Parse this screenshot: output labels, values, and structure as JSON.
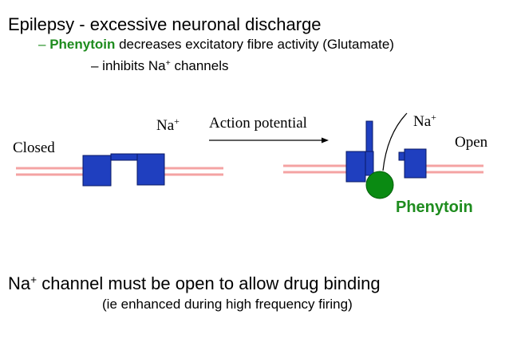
{
  "slide": {
    "title": "Epilepsy - excessive neuronal discharge",
    "bullet1": {
      "dash": "–",
      "drug": "Phenytoin",
      "rest": " decreases excitatory fibre activity (Glutamate)"
    },
    "bullet2": {
      "prefix": "– inhibits Na",
      "superscript": "+",
      "suffix": " channels"
    },
    "footer1": {
      "prefix": "Na",
      "superscript": "+",
      "suffix": " channel must be open to allow drug binding"
    },
    "footer2": "(ie enhanced during high frequency firing)"
  },
  "diagram": {
    "closed_label": "Closed",
    "open_label": "Open",
    "ion_left": {
      "base": "Na",
      "charge": "+"
    },
    "ion_right": {
      "base": "Na",
      "charge": "+"
    },
    "arrow_label": "Action potential",
    "drug_label": "Phenytoin",
    "colors": {
      "channel": "#1f3fbf",
      "membrane": "#f4a3a3",
      "drug": "#0a8a12",
      "drug_text": "#1e8c1e",
      "bullet_accent": "#1e8c1e"
    }
  }
}
